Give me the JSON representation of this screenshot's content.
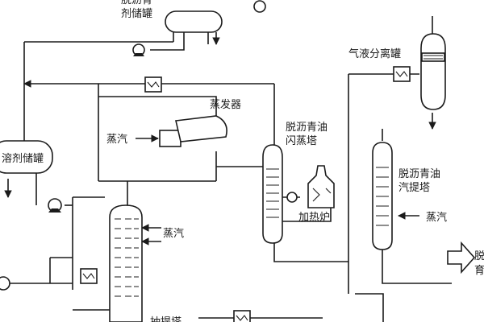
{
  "labels": {
    "solvent_tank_top": "脱沥青\n剂储罐",
    "solvent_tank_left": "溶剂储罐",
    "evaporator": "蒸发器",
    "steam_evaporator": "蒸汽",
    "gas_liquid_separator": "气液分离罐",
    "flash_tower": "脱沥青油\n闪蒸塔",
    "heating_furnace": "加热炉",
    "stripping_tower": "脱沥青油\n汽提塔",
    "steam_stripper": "蒸汽",
    "steam_extractor": "蒸汽",
    "extraction_tower_partial": "抽提塔",
    "product_outlet_partial": "脱\n育"
  },
  "colors": {
    "ink": "#1b1b1b",
    "background": "#ffffff"
  }
}
